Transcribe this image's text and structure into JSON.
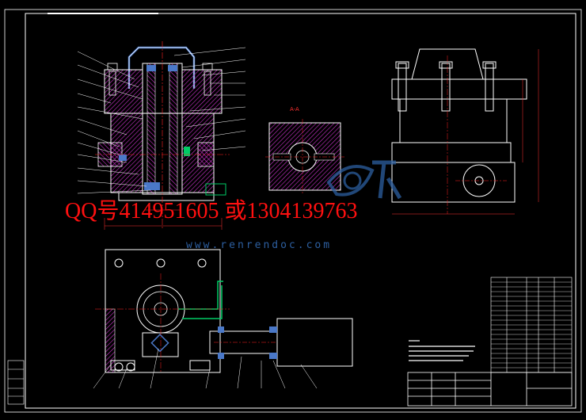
{
  "watermark": {
    "contact": "QQ号414951605 或1304139763",
    "site": "www.renrendoc.com"
  },
  "section_label": "A-A",
  "colors": {
    "background": "#000000",
    "outline": "#ffffff",
    "hatch": "#cc33cc",
    "centerline": "#ff2020",
    "dimension": "#ff3030",
    "fill_blue": "#4a78c8",
    "fill_green": "#00cc66",
    "watermark_red": "#ff1010",
    "watermark_blue": "#2d5fa0"
  }
}
